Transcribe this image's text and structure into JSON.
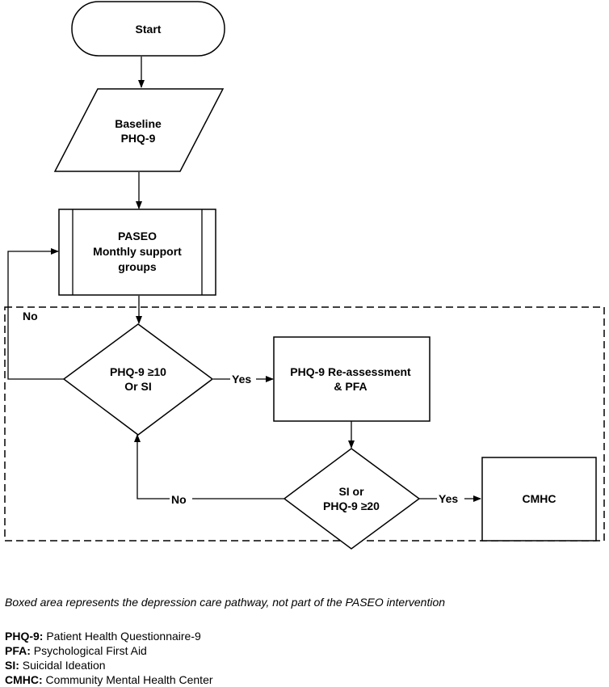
{
  "flowchart": {
    "start": "Start",
    "baseline": [
      "Baseline",
      "PHQ-9"
    ],
    "paseo": [
      "PASEO",
      "Monthly support",
      "groups"
    ],
    "decision1": [
      "PHQ-9 ≥10",
      "Or SI"
    ],
    "reassess": [
      "PHQ-9 Re-assessment",
      "& PFA"
    ],
    "decision2": [
      "SI or",
      "PHQ-9 ≥20"
    ],
    "cmhc": "CMHC",
    "labels": {
      "no_loop": "No",
      "yes_1": "Yes",
      "no_back": "No",
      "yes_2": "Yes"
    }
  },
  "note": "Boxed area represents the depression care pathway, not part of the PASEO intervention",
  "glossary": [
    {
      "term": "PHQ-9:",
      "definition": "Patient Health Questionnaire-9"
    },
    {
      "term": "PFA:",
      "definition": "Psychological First Aid"
    },
    {
      "term": "SI:",
      "definition": "Suicidal Ideation"
    },
    {
      "term": "CMHC:",
      "definition": "Community Mental Health Center"
    }
  ]
}
